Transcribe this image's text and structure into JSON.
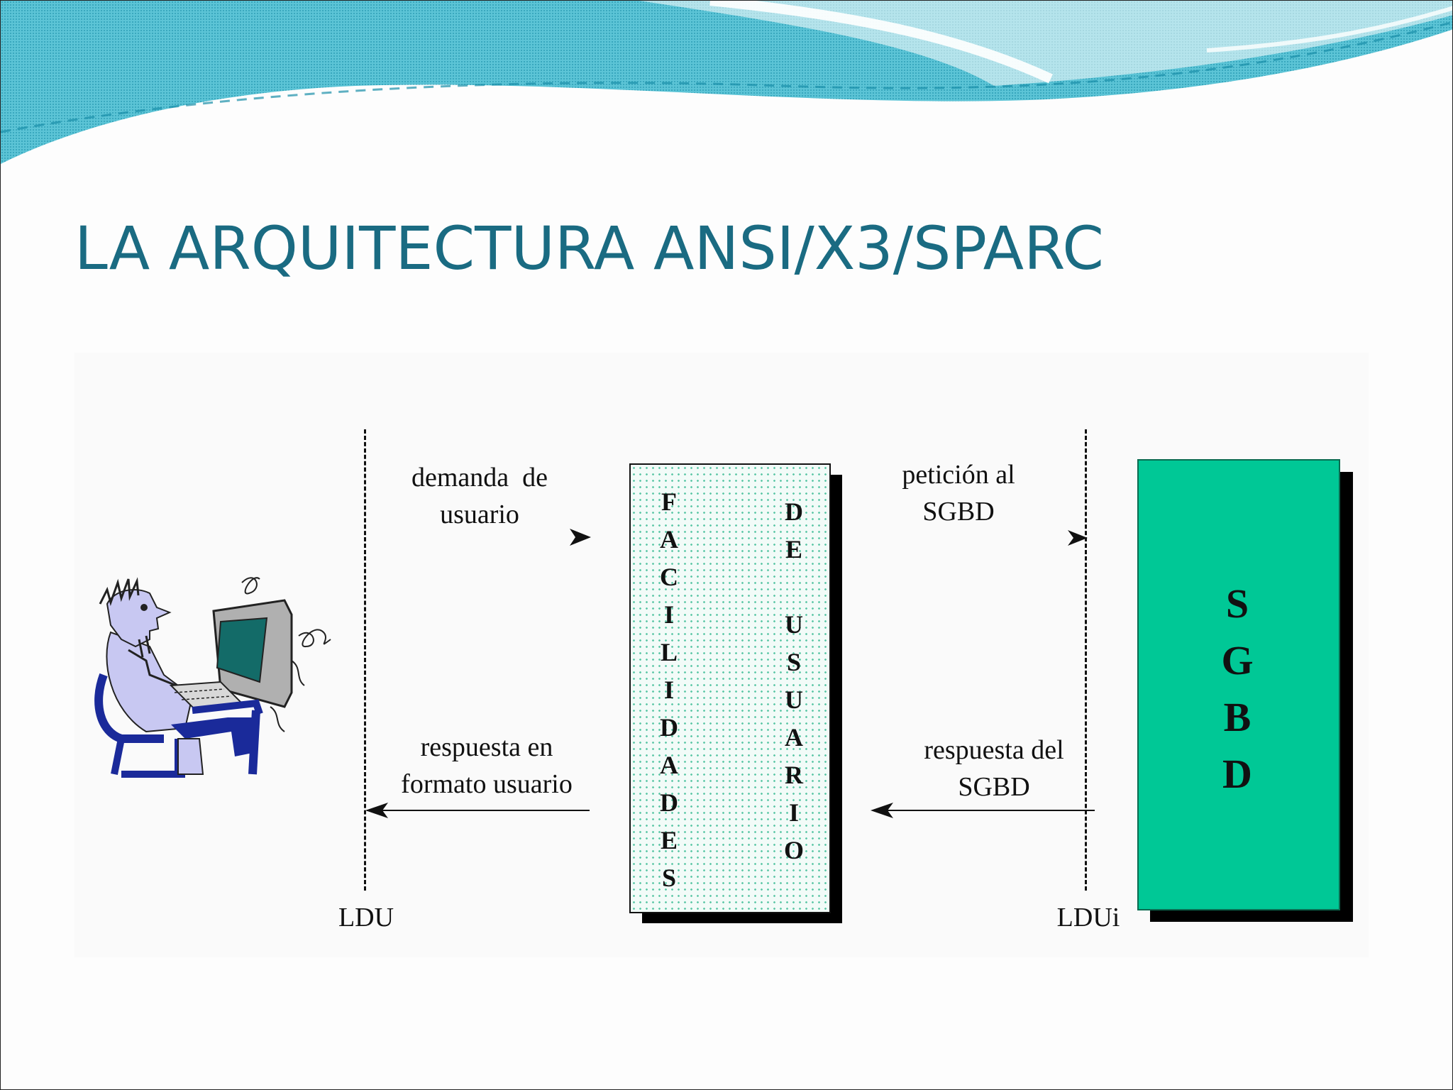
{
  "slide": {
    "title": "LA ARQUITECTURA ANSI/X3/SPARC"
  },
  "diagram": {
    "label_demand_line1": "demanda  de",
    "label_demand_line2": "usuario",
    "label_response_line1": "respuesta en",
    "label_response_line2": "formato usuario",
    "label_request_line1": "petición al",
    "label_request_line2": "SGBD",
    "label_sgbd_response_line1": "respuesta del",
    "label_sgbd_response_line2": "SGBD",
    "ldu_label": "LDU",
    "ldui_label": "LDUi",
    "facilities_word1": [
      "F",
      "A",
      "C",
      "I",
      "L",
      "I",
      "D",
      "A",
      "D",
      "E",
      "S"
    ],
    "facilities_word2": [
      "D",
      "E",
      "",
      "U",
      "S",
      "U",
      "A",
      "R",
      "I",
      "O"
    ],
    "sgbd_letters": [
      "S",
      "G",
      "B",
      "D"
    ]
  },
  "colors": {
    "title": "#1a6b82",
    "sgbd_box": "#00c896",
    "panel_dots": "#5fc8a8"
  }
}
